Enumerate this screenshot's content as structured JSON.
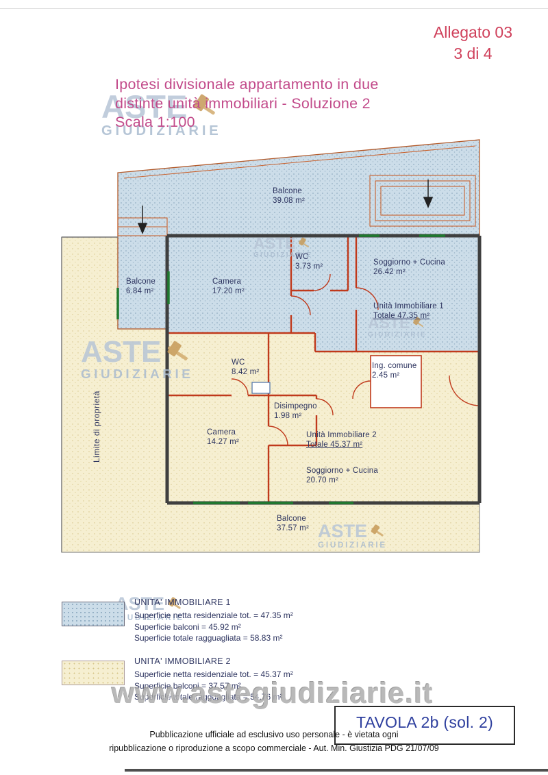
{
  "page": {
    "allegato": "Allegato 03",
    "page_num": "3 di 4"
  },
  "title": {
    "line1": "Ipotesi divisionale appartamento in due",
    "line2": "distinte unità immobiliari - Soluzione 2",
    "line3": "Scala 1:100"
  },
  "watermark": {
    "aste": "ASTE",
    "giudiziarie": "GIUDIZIARIE",
    "url": "www.astegiudiziarie.it"
  },
  "plan": {
    "boundary_label": "Limite di proprietà",
    "rooms": [
      {
        "name": "Balcone",
        "area": "39.08 m²"
      },
      {
        "name": "Balcone",
        "area": "6.84 m²"
      },
      {
        "name": "Camera",
        "area": "17.20 m²"
      },
      {
        "name": "WC",
        "area": "3.73 m²"
      },
      {
        "name": "Soggiorno + Cucina",
        "area": "26.42 m²"
      },
      {
        "name": "Unità Immobiliare 1",
        "area": "Totale 47.35 m²"
      },
      {
        "name": "WC",
        "area": "8.42 m²"
      },
      {
        "name": "Ing. comune",
        "area": "2.45 m²"
      },
      {
        "name": "Disimpegno",
        "area": "1.98 m²"
      },
      {
        "name": "Camera",
        "area": "14.27 m²"
      },
      {
        "name": "Unità Immobiliare 2",
        "area": "Totale 45.37 m²"
      },
      {
        "name": "Soggiorno + Cucina",
        "area": "20.70 m²"
      },
      {
        "name": "Balcone",
        "area": "37.57 m²"
      }
    ]
  },
  "legend": {
    "unit1": {
      "title": "UNITA' IMMOBILIARE 1",
      "rows": [
        "Superficie netta residenziale tot. = 47.35 m²",
        "Superficie balconi = 45.92 m²",
        "Superficie totale ragguagliata = 58.83 m²"
      ]
    },
    "unit2": {
      "title": "UNITA' IMMOBILIARE 2",
      "rows": [
        "Superficie netta residenziale tot. = 45.37 m²",
        "Superficie balconi = 37.57 m²",
        "Superficie totale ragguagliata = 54.76 m²"
      ]
    }
  },
  "tavola": {
    "label": "TAVOLA 2b (sol. 2)"
  },
  "footer": {
    "line1": "Pubblicazione ufficiale ad esclusivo uso personale - è vietata ogni",
    "line2": "ripubblicazione o riproduzione a scopo commerciale - Aut. Min. Giustizia PDG 21/07/09"
  },
  "colors": {
    "unit1_fill": "#ccdde9",
    "unit2_fill": "#f6efd1",
    "wall_dark": "#3f3f3f",
    "wall_red": "#c0391b",
    "window_green": "#1f7a2e",
    "title_magenta": "#c24a8a",
    "allegato_red": "#cf3f5a",
    "text_navy": "#2e3560",
    "tavola_blue": "#2e3f9e"
  }
}
